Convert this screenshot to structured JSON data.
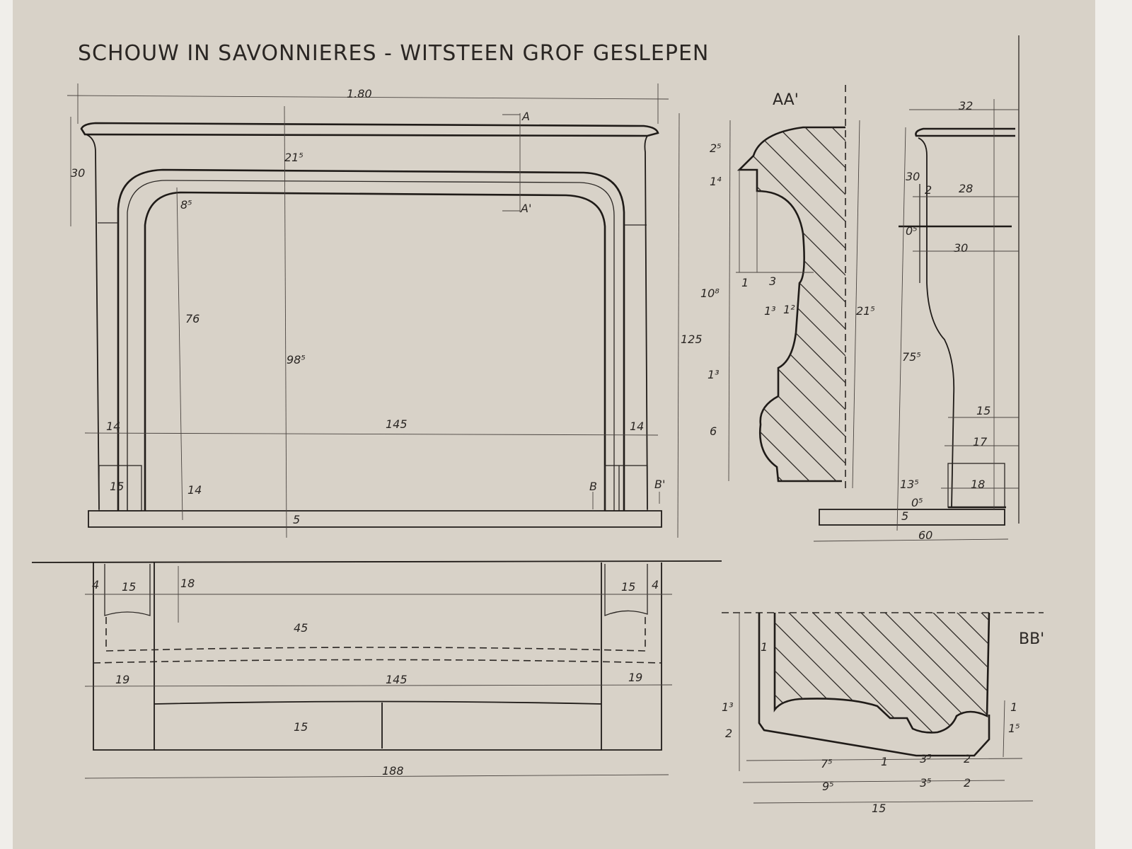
{
  "title": "SCHOUW IN SAVONNIERES - WITSTEEN  GROF GESLEPEN",
  "sections": {
    "aa": "AA'",
    "bb": "BB'",
    "a_mark": "A",
    "a_prime_mark": "A'",
    "b_mark": "B",
    "b_prime_mark": "B'"
  },
  "front_view": {
    "overall_width": "1.80",
    "frieze_height": "30",
    "frieze_depth": "21⁵",
    "arch_offset": "8⁵",
    "jamb_height": "76",
    "opening_height": "98⁵",
    "total_height": "125",
    "opening_width": "145",
    "jamb_left": "14",
    "jamb_right": "14",
    "plinth_width": "15",
    "plinth_height": "14",
    "hearth_thickness": "5"
  },
  "plan_view": {
    "left_offset": "4",
    "right_offset": "4",
    "jamb_left": "15",
    "jamb_right": "15",
    "depth_jamb": "18",
    "depth": "45",
    "side_left": "19",
    "side_right": "19",
    "inner_width": "145",
    "hearth_depth": "15",
    "overall_width": "188"
  },
  "section_aa": {
    "d1": "2⁵",
    "d2": "1⁴",
    "d3": "10⁸",
    "d4": "1",
    "d5": "3",
    "d6": "1³",
    "d7": "1²",
    "d8": "1³",
    "d9": "6",
    "total": "21⁵"
  },
  "side_view": {
    "top_depth": "32",
    "d30a": "30",
    "d2": "2",
    "d28": "28",
    "d05": "0⁵",
    "d30b": "30",
    "height": "75⁵",
    "d15": "15",
    "d17": "17",
    "plinth_h": "13⁵",
    "d18": "18",
    "d05b": "0⁵",
    "hearth": "5",
    "hearth_depth": "60"
  },
  "section_bb": {
    "d1": "1",
    "d13": "1³",
    "d2": "2",
    "r1": "1",
    "r15": "1⁵",
    "b75": "7⁵",
    "b1": "1",
    "b35": "3⁵",
    "b2": "2",
    "c95": "9⁵",
    "c35": "3⁵",
    "c2": "2",
    "total": "15"
  }
}
